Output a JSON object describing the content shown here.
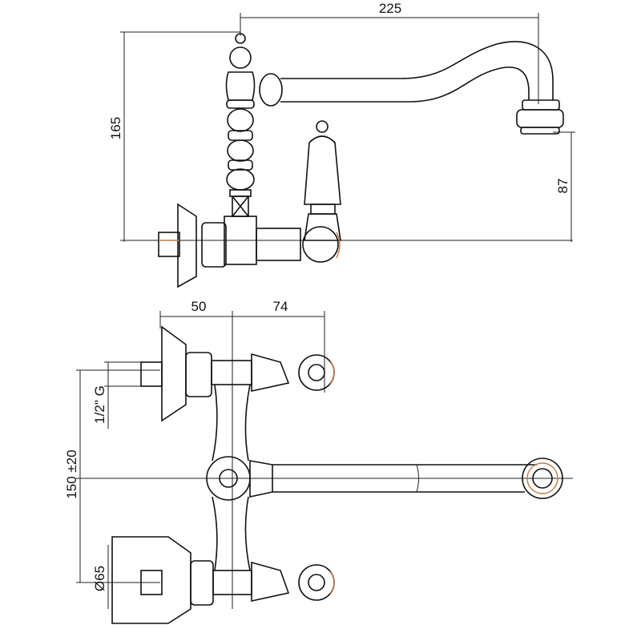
{
  "side_view": {
    "dimensions": {
      "spout_reach": "225",
      "height": "165",
      "spout_height": "87"
    }
  },
  "top_view": {
    "dimensions": {
      "flange_depth": "50",
      "valve_offset": "74",
      "thread": "1/2\" G",
      "centers": "150 ±20",
      "flange_diameter": "Ø65"
    }
  },
  "colors": {
    "line": "#111111",
    "accent": "#c07a4a"
  }
}
